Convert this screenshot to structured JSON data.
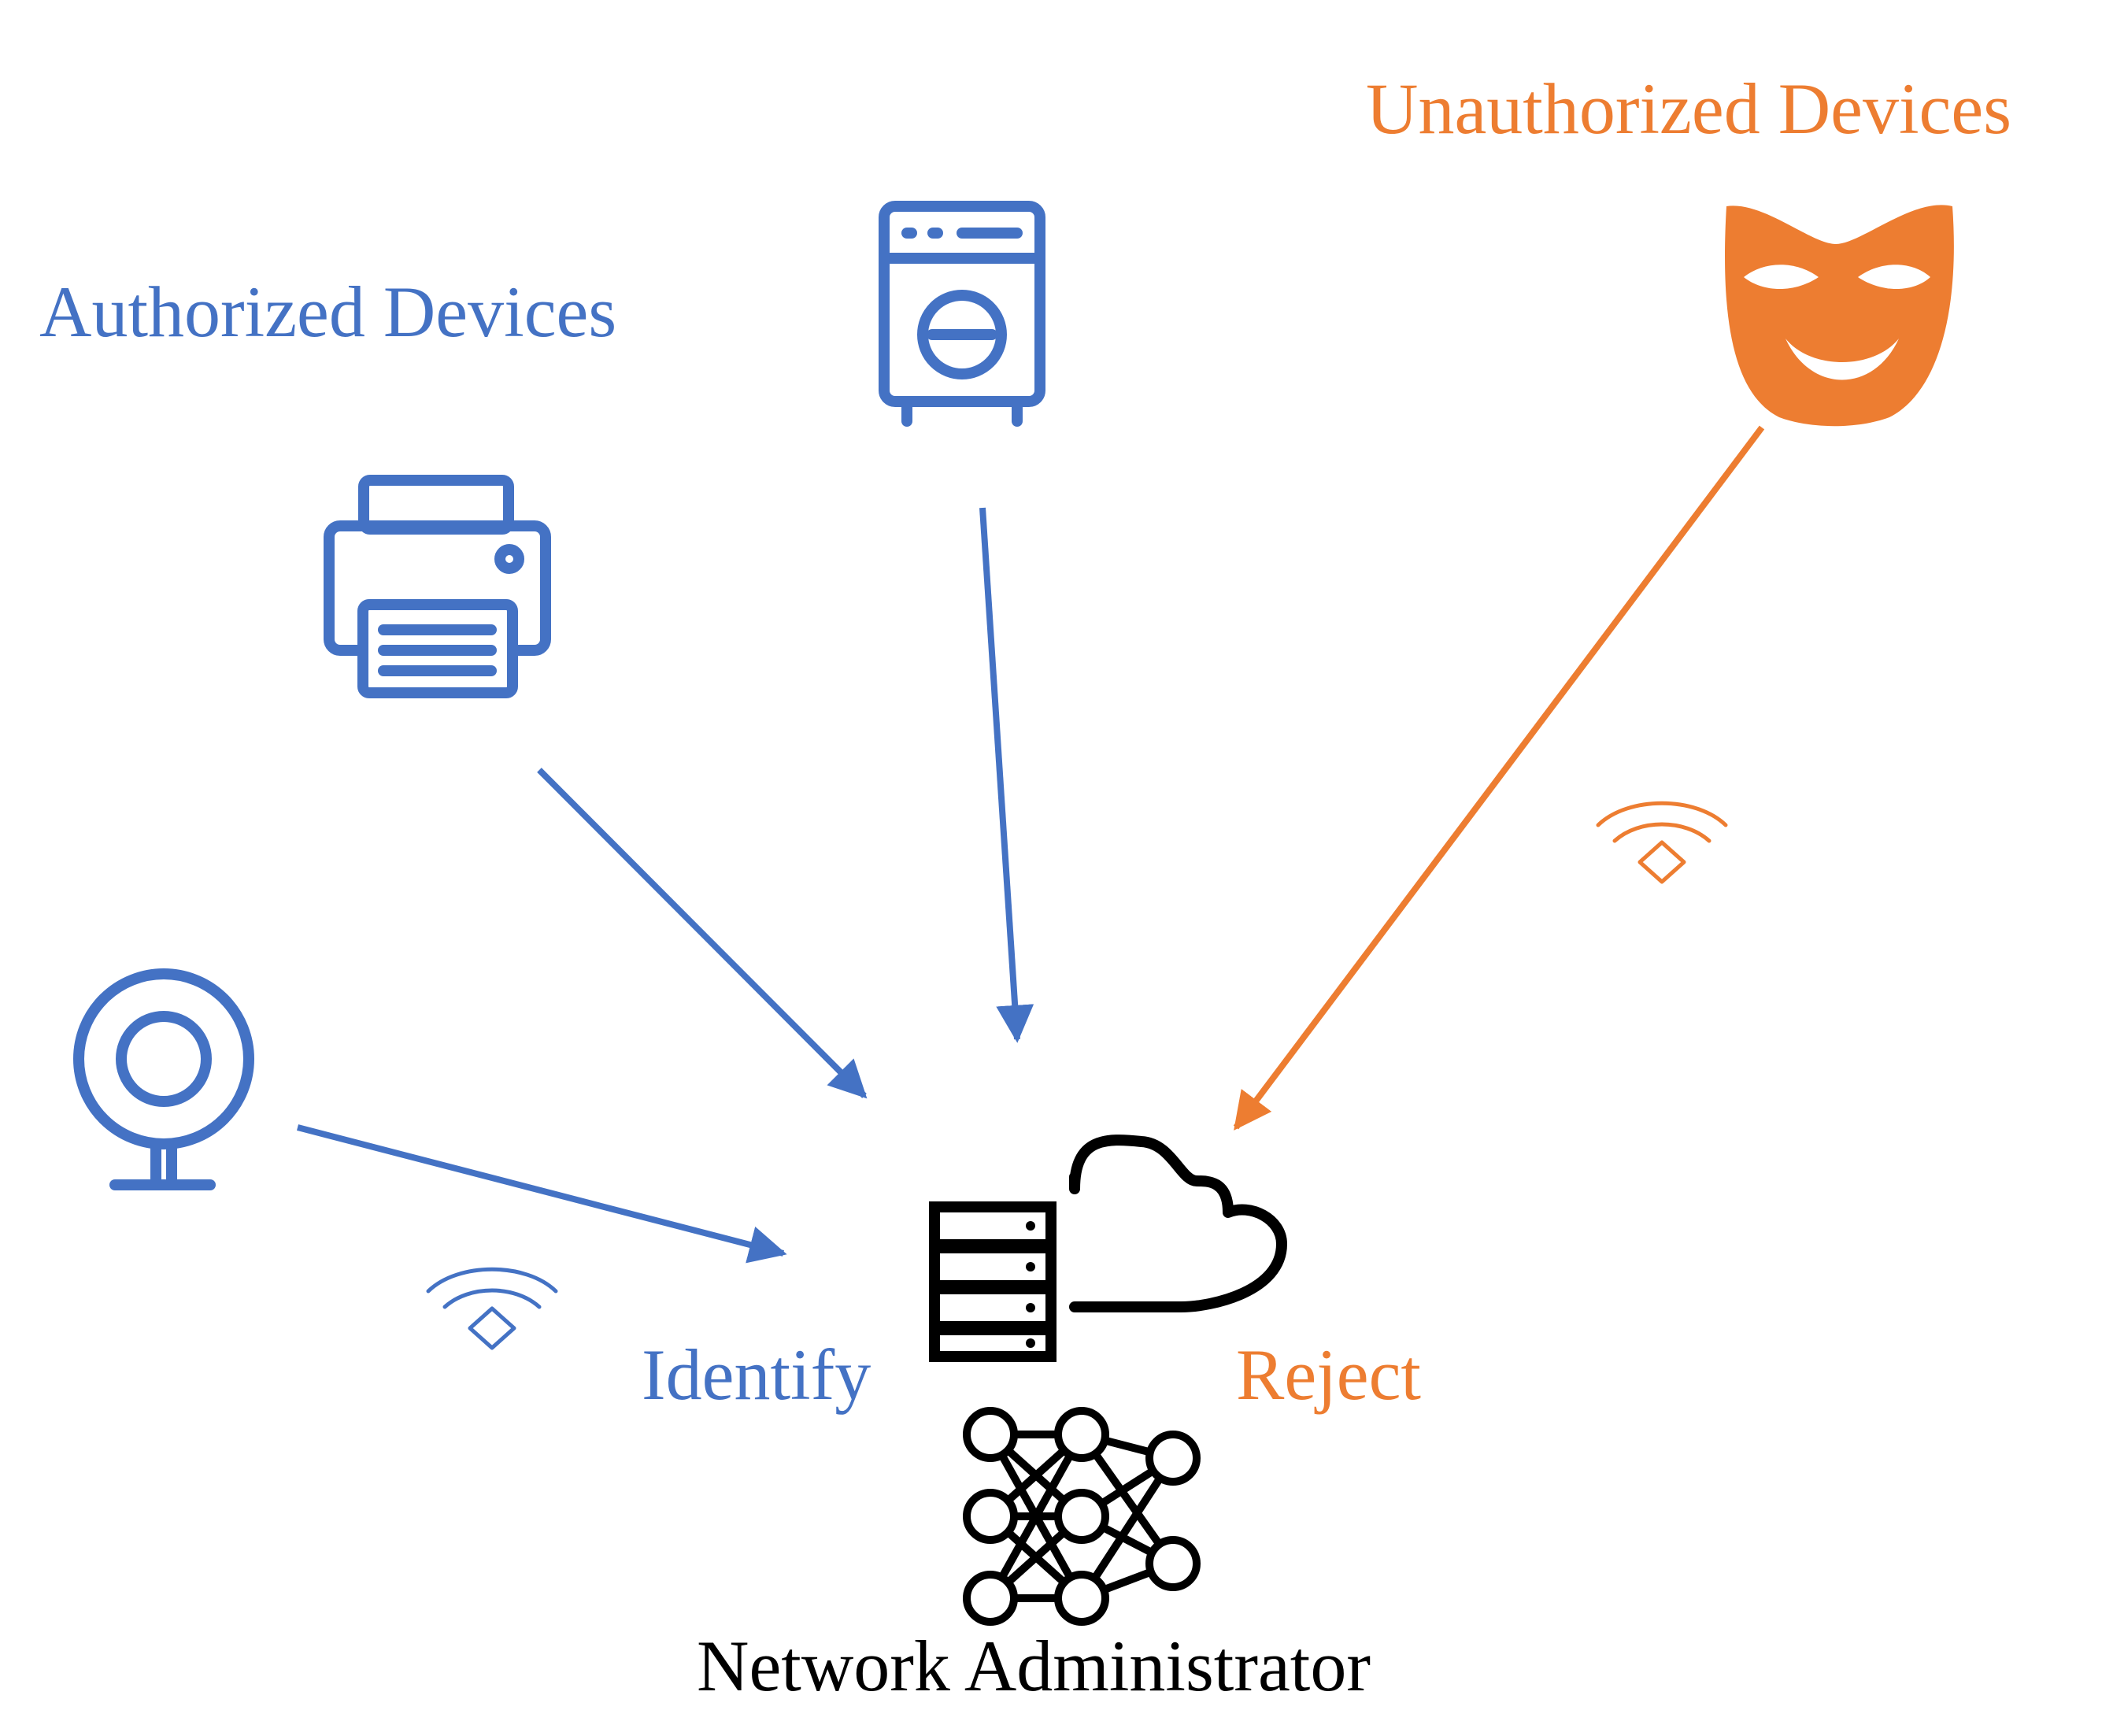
{
  "labels": {
    "authorized": "Authorized Devices",
    "unauthorized": "Unauthorized Devices",
    "identify": "Identify",
    "reject": "Reject",
    "administrator": "Network Administrator"
  },
  "colors": {
    "authorized": "#4472c4",
    "unauthorized": "#ed7d31",
    "admin": "#000000"
  },
  "icons": {
    "authorized_devices": [
      "printer-icon",
      "washing-machine-icon",
      "webcam-icon"
    ],
    "unauthorized_devices": [
      "theater-mask-icon"
    ],
    "administrator": [
      "server-cloud-icon",
      "neural-network-icon"
    ],
    "signal": "wifi-icon"
  }
}
